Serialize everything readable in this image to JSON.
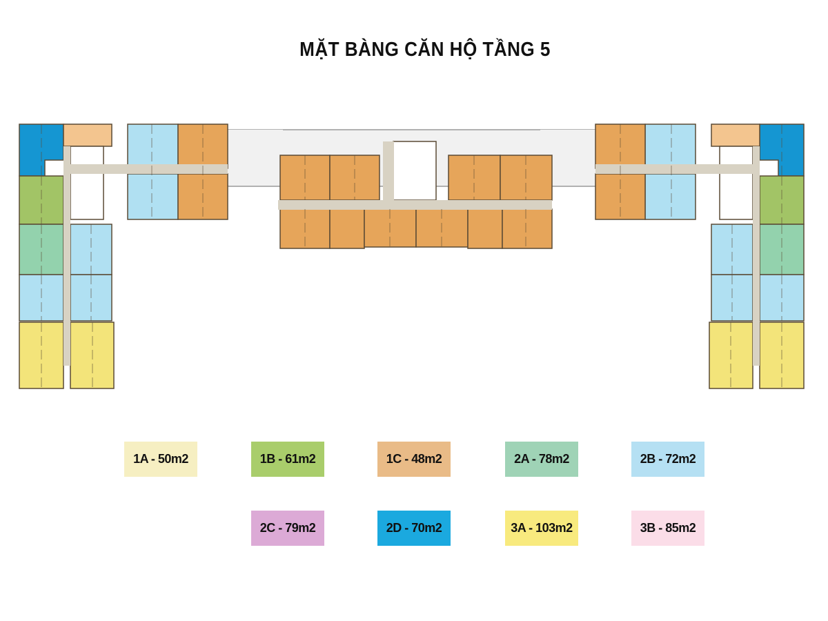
{
  "title": "MẶT BÀNG CĂN HỘ TẦNG 5",
  "legend": [
    {
      "code": "1A",
      "label": "1A - 50m2",
      "area_m2": 50,
      "color": "#f6efc2"
    },
    {
      "code": "1B",
      "label": "1B - 61m2",
      "area_m2": 61,
      "color": "#a9cd6b"
    },
    {
      "code": "1C",
      "label": "1C - 48m2",
      "area_m2": 48,
      "color": "#e9bb87"
    },
    {
      "code": "2A",
      "label": "2A - 78m2",
      "area_m2": 78,
      "color": "#9fd3b6"
    },
    {
      "code": "2B",
      "label": "2B - 72m2",
      "area_m2": 72,
      "color": "#b5e0f3"
    },
    {
      "code": "2C",
      "label": "2C - 79m2",
      "area_m2": 79,
      "color": "#dcaad6"
    },
    {
      "code": "2D",
      "label": "2D - 70m2",
      "area_m2": 70,
      "color": "#1ba9df"
    },
    {
      "code": "3A",
      "label": "3A - 103m2",
      "area_m2": 103,
      "color": "#f8ea7e"
    },
    {
      "code": "3B",
      "label": "3B - 85m2",
      "area_m2": 85,
      "color": "#fbdde8"
    }
  ],
  "plan_colors": {
    "peach": "#f3c58f",
    "orange": "#e6a55a",
    "dark_blue": "#1596d2",
    "green": "#a2c466",
    "teal": "#93d2ad",
    "light_blue": "#b0e0f2",
    "yellow": "#f3e47a",
    "corridor": "#d8d2c3",
    "core": "#ffffff",
    "balcony": "#f1f1f1",
    "wall": "#5a4a35"
  }
}
